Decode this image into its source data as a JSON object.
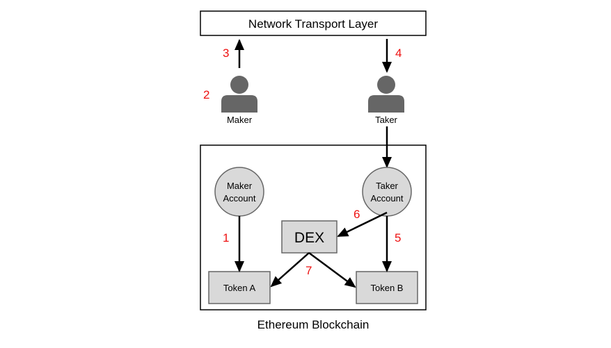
{
  "diagram": {
    "network_layer": "Network Transport Layer",
    "blockchain_label": "Ethereum Blockchain",
    "actors": {
      "maker": "Maker",
      "taker": "Taker"
    },
    "accounts": {
      "maker_line1": "Maker",
      "maker_line2": "Account",
      "taker_line1": "Taker",
      "taker_line2": "Account"
    },
    "dex": "DEX",
    "tokens": {
      "a": "Token A",
      "b": "Token B"
    },
    "steps": {
      "s1": "1",
      "s2": "2",
      "s3": "3",
      "s4": "4",
      "s5": "5",
      "s6": "6",
      "s7": "7"
    },
    "colors": {
      "step_number": "#ee1111",
      "node_fill": "#d9d9d9",
      "node_stroke": "#666666",
      "person": "#666666"
    }
  }
}
